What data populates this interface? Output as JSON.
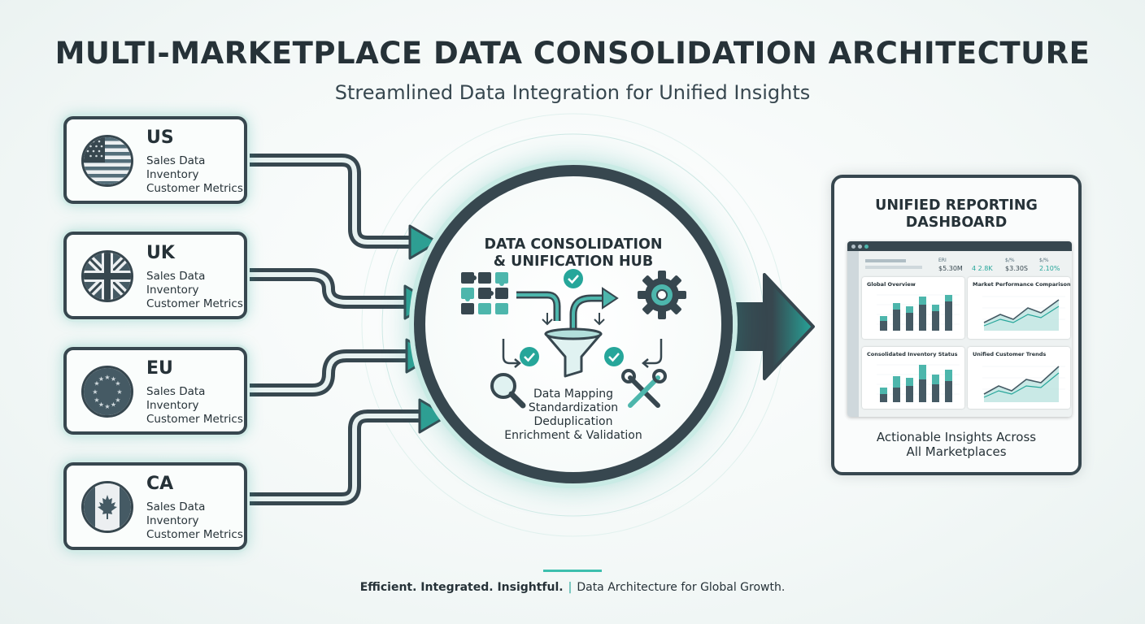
{
  "header": {
    "title": "MULTI-MARKETPLACE DATA CONSOLIDATION ARCHITECTURE",
    "subtitle": "Streamlined Data Integration for Unified Insights"
  },
  "markets": [
    {
      "code": "US",
      "flag": "us-flag-icon",
      "lines": [
        "Sales Data",
        "Inventory",
        "Customer Metrics"
      ]
    },
    {
      "code": "UK",
      "flag": "uk-flag-icon",
      "lines": [
        "Sales Data",
        "Inventory",
        "Customer Metrics"
      ]
    },
    {
      "code": "EU",
      "flag": "eu-flag-icon",
      "lines": [
        "Sales Data",
        "Inventory",
        "Customer Metrics"
      ]
    },
    {
      "code": "CA",
      "flag": "ca-flag-icon",
      "lines": [
        "Sales Data",
        "Inventory",
        "Customer Metrics"
      ]
    }
  ],
  "hub": {
    "title_line1": "DATA CONSOLIDATION",
    "title_line2": "& UNIFICATION HUB",
    "steps": [
      "Data Mapping",
      "Standardization",
      "Deduplication",
      "Enrichment & Validation"
    ],
    "icons": [
      "puzzle-grid-icon",
      "funnel-icon",
      "gear-icon",
      "magnifier-icon",
      "tools-icon",
      "check-icon"
    ]
  },
  "dashboard": {
    "title_line1": "UNIFIED REPORTING",
    "title_line2": "DASHBOARD",
    "kpis": [
      {
        "label": "ERI",
        "value": "$5.30M"
      },
      {
        "label": "",
        "value": "4 2.8K"
      },
      {
        "label": "$/% ",
        "value": "$3.30S"
      },
      {
        "label": "$/% ",
        "value": "2.10%"
      }
    ],
    "panels": [
      {
        "title": "Global Overview",
        "kind": "bar"
      },
      {
        "title": "Market Performance Comparison",
        "kind": "line"
      },
      {
        "title": "Consolidated Inventory Status",
        "kind": "bar"
      },
      {
        "title": "Unified Customer Trends",
        "kind": "line"
      }
    ],
    "caption_line1": "Actionable Insights Across",
    "caption_line2": "All Marketplaces"
  },
  "footer": {
    "tagline": "Efficient. Integrated. Insightful.",
    "separator": "|",
    "text": "Data Architecture for Global Growth."
  },
  "colors": {
    "dark": "#37474f",
    "teal": "#26a69a",
    "teal_light": "#80cbc4"
  }
}
